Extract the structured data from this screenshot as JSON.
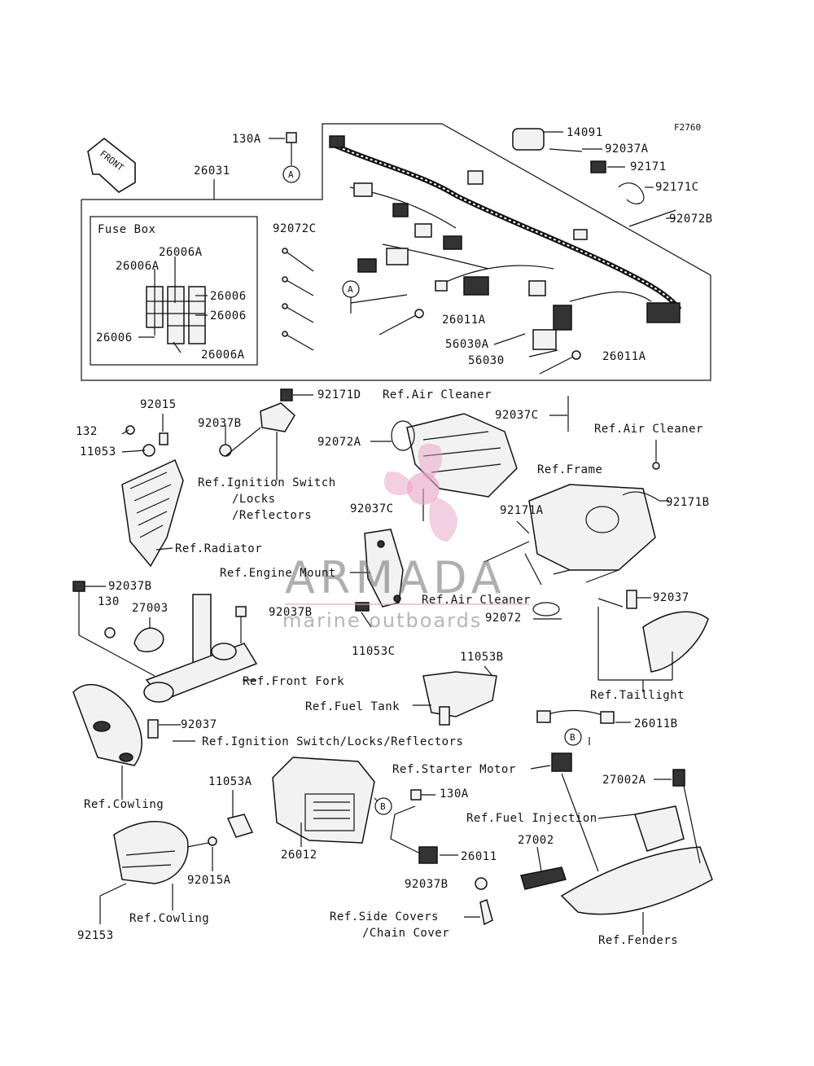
{
  "figure_code": "F2760",
  "front_arrow": "FRONT",
  "fuse_box_title": "Fuse Box",
  "callout_a": "A",
  "callout_b": "B",
  "watermark": {
    "brand": "ARMADA",
    "tagline": "marine outboards",
    "accent_color": "#e7a1c3",
    "text_color": "#6e6e6e"
  },
  "labels": {
    "p130A_top": "130A",
    "p14091": "14091",
    "p92037A": "92037A",
    "p92171": "92171",
    "p92171C": "92171C",
    "p92072B": "92072B",
    "p26031": "26031",
    "p26006A_1": "26006A",
    "p26006A_2": "26006A",
    "p26006_1": "26006",
    "p26006_2": "26006",
    "p26006_3": "26006",
    "p26006A_3": "26006A",
    "p92072C": "92072C",
    "p26011A_1": "26011A",
    "p56030A": "56030A",
    "p56030": "56030",
    "p26011A_2": "26011A",
    "p92015": "92015",
    "p132": "132",
    "p11053": "11053",
    "p92037B_1": "92037B",
    "p92171D": "92171D",
    "ref_air_cleaner_1": "Ref.Air Cleaner",
    "p92037C_1": "92037C",
    "p92072A": "92072A",
    "ref_air_cleaner_2": "Ref.Air Cleaner",
    "ref_ignition_1": "Ref.Ignition Switch",
    "ref_ignition_2": "/Locks",
    "ref_ignition_3": "/Reflectors",
    "ref_frame": "Ref.Frame",
    "p92037C_2": "92037C",
    "p92171A": "92171A",
    "p92171B": "92171B",
    "ref_radiator": "Ref.Radiator",
    "ref_engine_mount": "Ref.Engine Mount",
    "p92037B_2": "92037B",
    "p130": "130",
    "p27003": "27003",
    "p92037B_3": "92037B",
    "ref_air_cleaner_3": "Ref.Air Cleaner",
    "p92072": "92072",
    "p92037_1": "92037",
    "p11053C": "11053C",
    "p11053B": "11053B",
    "ref_front_fork": "Ref.Front Fork",
    "ref_fuel_tank": "Ref.Fuel Tank",
    "ref_taillight": "Ref.Taillight",
    "p92037_2": "92037",
    "ref_ignition_full": "Ref.Ignition Switch/Locks/Reflectors",
    "p26011B": "26011B",
    "ref_starter": "Ref.Starter Motor",
    "p130A_bottom": "130A",
    "p27002A": "27002A",
    "ref_cowling_1": "Ref.Cowling",
    "p11053A": "11053A",
    "ref_fuel_injection": "Ref.Fuel Injection",
    "p26012": "26012",
    "p26011": "26011",
    "p27002": "27002",
    "p92015A": "92015A",
    "p92037B_4": "92037B",
    "p92153": "92153",
    "ref_cowling_2": "Ref.Cowling",
    "ref_side_covers_1": "Ref.Side Covers",
    "ref_side_covers_2": "/Chain Cover",
    "ref_fenders": "Ref.Fenders"
  }
}
